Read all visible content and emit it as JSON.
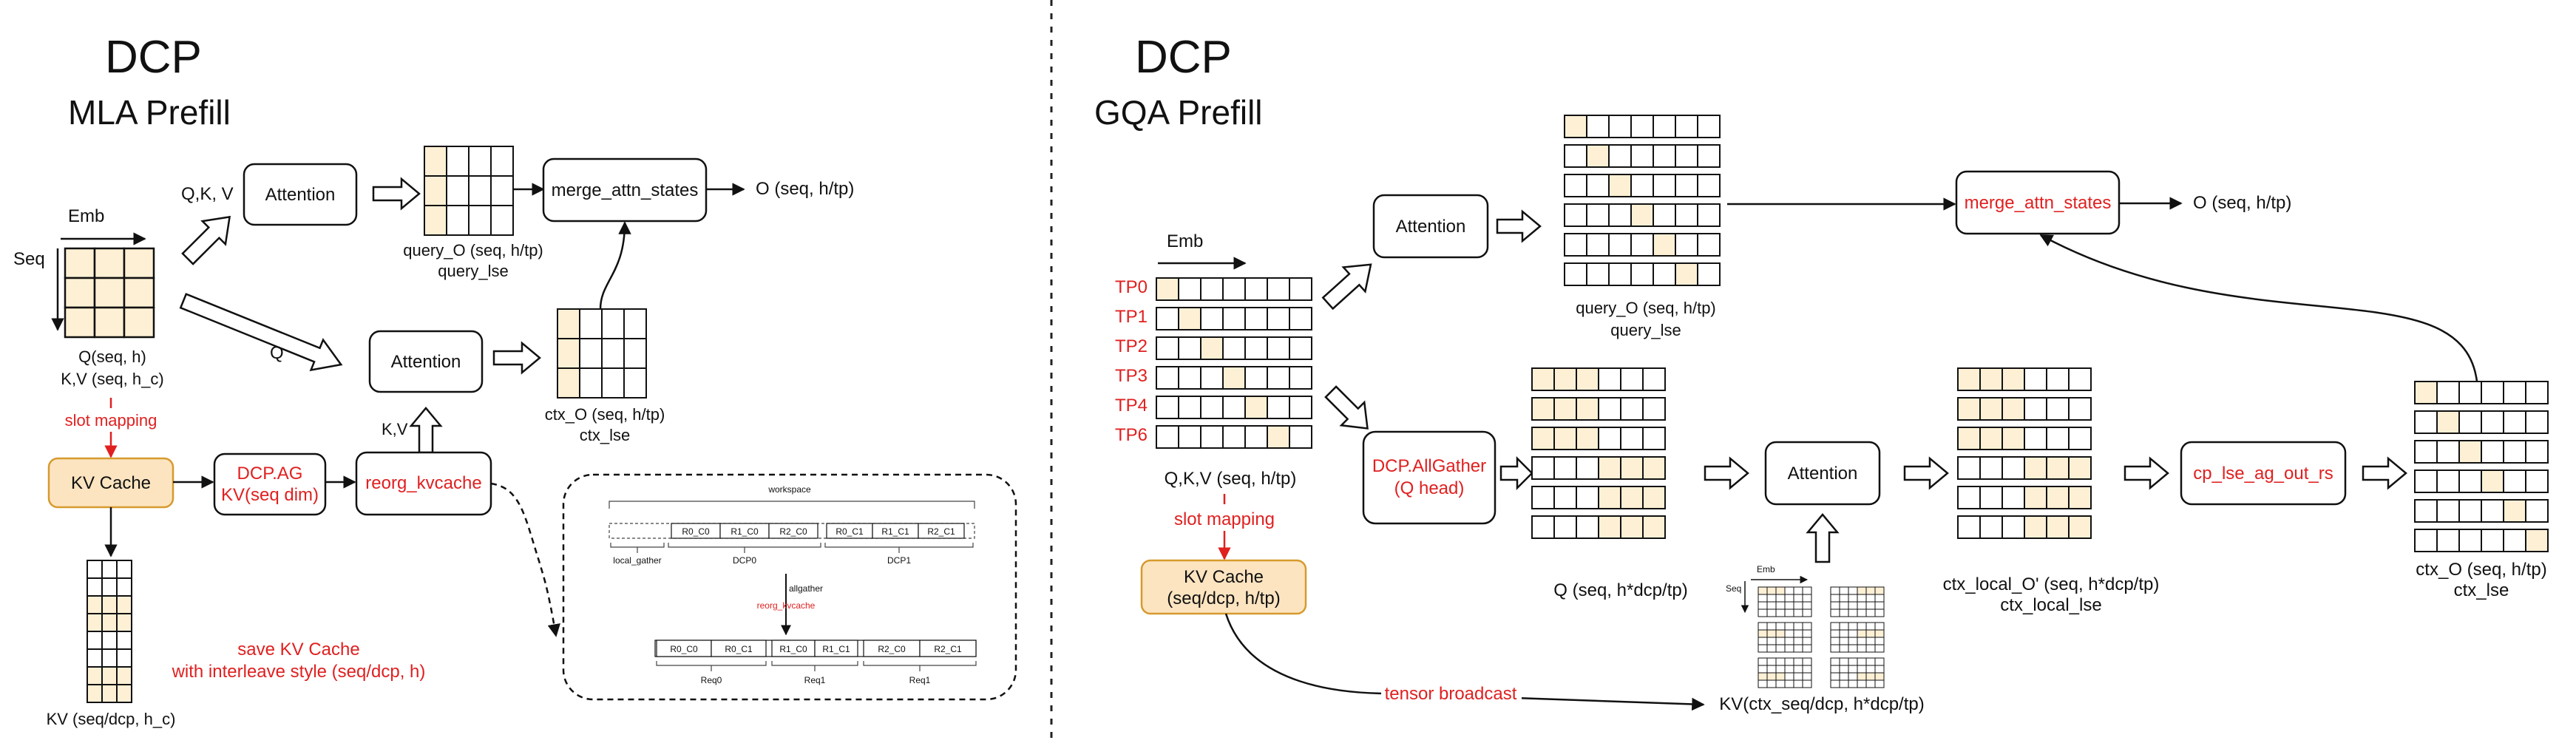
{
  "left": {
    "title": "DCP",
    "subtitle": "MLA Prefill",
    "emb_label": "Emb",
    "seq_label": "Seq",
    "qkv_label": "Q,K, V",
    "q_label": "Q",
    "kv_label": "K,V",
    "attention1": "Attention",
    "attention2": "Attention",
    "merge": "merge_attn_states",
    "output": "O (seq, h/tp)",
    "query_o_line1": "query_O (seq, h/tp)",
    "query_o_line2": "query_lse",
    "ctx_o_line1": "ctx_O (seq, h/tp)",
    "ctx_o_line2": "ctx_lse",
    "input_line1": "Q(seq, h)",
    "input_line2": "K,V (seq, h_c)",
    "slot_mapping": "slot mapping",
    "kv_cache": "KV Cache",
    "dcp_ag_line1": "DCP.AG",
    "dcp_ag_line2": "KV(seq dim)",
    "reorg": "reorg_kvcache",
    "save_line1": "save KV Cache",
    "save_line2": "with interleave style (seq/dcp, h)",
    "kv_bottom": "KV (seq/dcp, h_c)",
    "inset": {
      "workspace": "workspace",
      "top_cells_a": [
        "R0_C0",
        "R1_C0",
        "R2_C0"
      ],
      "top_cells_b": [
        "R0_C1",
        "R1_C1",
        "R2_C1"
      ],
      "local_gather": "local_gather",
      "dcp0": "DCP0",
      "dcp1": "DCP1",
      "allgather": "allgather",
      "reorg": "reorg_kvcache",
      "bottom_cells": [
        "R0_C0",
        "R0_C1",
        "R1_C0",
        "R1_C1",
        "R2_C0",
        "R2_C1"
      ],
      "req_labels": [
        "Req0",
        "Req1",
        "Req1"
      ]
    }
  },
  "right": {
    "title": "DCP",
    "subtitle": "GQA Prefill",
    "emb_label": "Emb",
    "tp_labels": [
      "TP0",
      "TP1",
      "TP2",
      "TP3",
      "TP4",
      "TP6"
    ],
    "qkv_label": "Q,K,V (seq, h/tp)",
    "slot_mapping": "slot mapping",
    "kv_cache_line1": "KV Cache",
    "kv_cache_line2": "(seq/dcp, h/tp)",
    "attention1": "Attention",
    "attention2": "Attention",
    "query_o_line1": "query_O (seq, h/tp)",
    "query_o_line2": "query_lse",
    "merge": "merge_attn_states",
    "output": "O (seq, h/tp)",
    "allgather_line1": "DCP.AllGather",
    "allgather_line2": "(Q head)",
    "q_label": "Q (seq, h*dcp/tp)",
    "small_emb": "Emb",
    "small_seq": "Seq",
    "kv_label": "KV(ctx_seq/dcp, h*dcp/tp)",
    "tensor_broadcast": "tensor broadcast",
    "ctx_local_line1": "ctx_local_O' (seq, h*dcp/tp)",
    "ctx_local_line2": "ctx_local_lse",
    "cp_lse": "cp_lse_ag_out_rs",
    "ctx_o_line1": "ctx_O (seq, h/tp)",
    "ctx_o_line2": "ctx_lse"
  },
  "colors": {
    "cell_fill": "#fdf0d5",
    "kv_cache_fill": "#fce4c0",
    "kv_cache_border": "#d69a2e",
    "red_text": "#e02020",
    "stroke": "#111111"
  }
}
